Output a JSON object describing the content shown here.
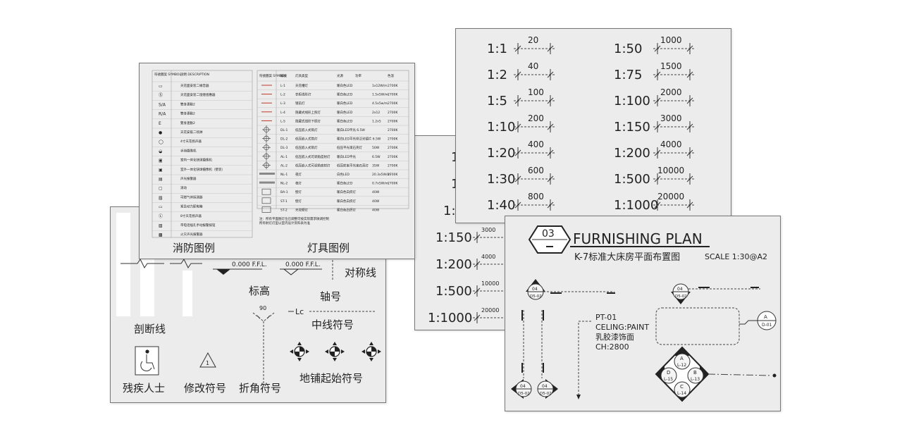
{
  "card_symbols": {
    "labels": {
      "section_line": "剖断线",
      "elevation": "标高",
      "axis": "轴号",
      "symmetry": "对称线",
      "centerline": "中线符号",
      "paving_start": "地铺起始符号",
      "accessible": "残疾人士",
      "revision": "修改符号",
      "break_angle": "折角符号"
    },
    "elev_value_1": "0.000 F.F.L.",
    "elev_value_2": "0.000 F.F.L.",
    "angle_value": "90",
    "centerline_mark": "Lc",
    "revision_mark": "1"
  },
  "card_legend": {
    "fire_title": "消防图例",
    "light_title": "灯具图例",
    "fire_header": [
      "符號圖案 SYMBOL",
      "說明 DESCRIPTION"
    ],
    "fire_rows": [
      [
        "▭",
        "天花面安装二線音器"
      ],
      [
        "Ⓢ",
        "天花面安装二燈煙感應器"
      ],
      [
        "S/A",
        "雙身連動2"
      ],
      [
        "R/A",
        "雙身連動2"
      ],
      [
        "E",
        "雙身連動2"
      ],
      [
        "●",
        "天花安裝二喷淋"
      ],
      [
        "◯",
        "4寸天花扬声器"
      ],
      [
        "◒",
        "手持摄像机"
      ],
      [
        "▣",
        "室内一体化快球摄像机"
      ],
      [
        "▣",
        "室外一体化快球摄像机（壁装）"
      ],
      [
        "▤",
        "声光报警器"
      ],
      [
        "▢",
        "滚动"
      ],
      [
        "▨",
        "可燃气体探测器"
      ],
      [
        "▭",
        "紧急动力配电箱"
      ],
      [
        "Ⓛ",
        "8寸天花扬声器"
      ],
      [
        "▧",
        "带电话插孔手动报警按钮"
      ],
      [
        "▩",
        "火灾声光报警器"
      ]
    ],
    "light_header": [
      "符號圖案 SYMBOL",
      "編號",
      "灯具类型",
      "光源",
      "功率",
      "色温"
    ],
    "light_rows": [
      [
        "L-1",
        "天花槽灯",
        "暖白色LED",
        "1x12W/m",
        "2700K"
      ],
      [
        "L-2",
        "衣柜线形灯",
        "暖白色LED",
        "1.5x5W/m",
        "2700K"
      ],
      [
        "L-3",
        "镜前灯",
        "暖白色LED",
        "4.5x5w/m",
        "2700K"
      ],
      [
        "L-4",
        "隐藏式线形上照灯",
        "暖白色LED",
        "2x12",
        "2700K"
      ],
      [
        "L-5",
        "隐藏式线形下照灯",
        "暖白色LED",
        "1.2x5",
        "2700K"
      ],
      [
        "DL-1",
        "低压嵌入式筒灯",
        "暖白LED平光 6.5W",
        "",
        "2700K"
      ],
      [
        "DL-2",
        "低压嵌入式筒灯",
        "暖白LED平光带泛光镜片 6.5W",
        "",
        "2700K"
      ],
      [
        "DL-3",
        "低压嵌入式筒灯",
        "低压平光束石英灯",
        "50W",
        "2700K"
      ],
      [
        "AL-1",
        "低压嵌入式可调角度射灯",
        "暖白LED平光",
        "6.5W",
        "2700K"
      ],
      [
        "AL-2",
        "低压嵌入式可调角度射灯",
        "低压射束平光束石英灯",
        "35W",
        "2700K"
      ],
      [
        "NL-1",
        "夜灯",
        "白色LED",
        "20.3x5W/m",
        "2700K"
      ],
      [
        "NL-2",
        "夜灯",
        "暖白色LED",
        "0.7x5W/m",
        "2700K"
      ],
      [
        "BA-1",
        "壁灯",
        "暖白色白炽灯",
        "40W",
        ""
      ],
      [
        "ST-1",
        "壁灯",
        "暖白色白炽灯",
        "40W",
        ""
      ],
      [
        "ST-2",
        "天花壁灯",
        "暖白色白炽灯",
        "40W",
        ""
      ]
    ],
    "light_note": "注：所有平面图灯位已调整可按实际需求微调控制\n所有射灯灯型以室内设计资料表为准"
  },
  "card_middle": {
    "rows": [
      {
        "ratio": "1:5",
        "value": ""
      },
      {
        "ratio": "1:7",
        "value": ""
      },
      {
        "ratio": "1:10",
        "value": ""
      },
      {
        "ratio": "1:150",
        "value": "3000"
      },
      {
        "ratio": "1:200",
        "value": "4000"
      },
      {
        "ratio": "1:500",
        "value": "10000"
      },
      {
        "ratio": "1:1000",
        "value": "20000"
      }
    ]
  },
  "card_scales": {
    "left": [
      {
        "ratio": "1:1",
        "value": "20"
      },
      {
        "ratio": "1:2",
        "value": "40"
      },
      {
        "ratio": "1:5",
        "value": "100"
      },
      {
        "ratio": "1:10",
        "value": "200"
      },
      {
        "ratio": "1:20",
        "value": "400"
      },
      {
        "ratio": "1:30",
        "value": "600"
      },
      {
        "ratio": "1:40",
        "value": "800"
      }
    ],
    "right": [
      {
        "ratio": "1:50",
        "value": "1000"
      },
      {
        "ratio": "1:75",
        "value": "1500"
      },
      {
        "ratio": "1:100",
        "value": "2000"
      },
      {
        "ratio": "1:150",
        "value": "3000"
      },
      {
        "ratio": "1:200",
        "value": "4000"
      },
      {
        "ratio": "1:500",
        "value": "10000"
      },
      {
        "ratio": "1:1000",
        "value": "20000"
      }
    ]
  },
  "card_plan": {
    "number": "03",
    "title": "FURNISHING PLAN",
    "subtitle": "K-7标准大床房平面布置图",
    "scale": "SCALE 1:30@A2",
    "tag_top": "04",
    "tag_bottom": "D5-02",
    "callout_a_top": "A",
    "callout_a_bottom": "D-01",
    "ceiling_lines": [
      "PT-01",
      "CELING:PAINT",
      "乳胶漆饰面",
      "CH:2800"
    ],
    "diamond": {
      "A": "A",
      "A_sub": "L-12",
      "B": "B",
      "B_sub": "L-13",
      "C": "C",
      "C_sub": "L-14",
      "D": "D",
      "D_sub": "L-15"
    }
  }
}
